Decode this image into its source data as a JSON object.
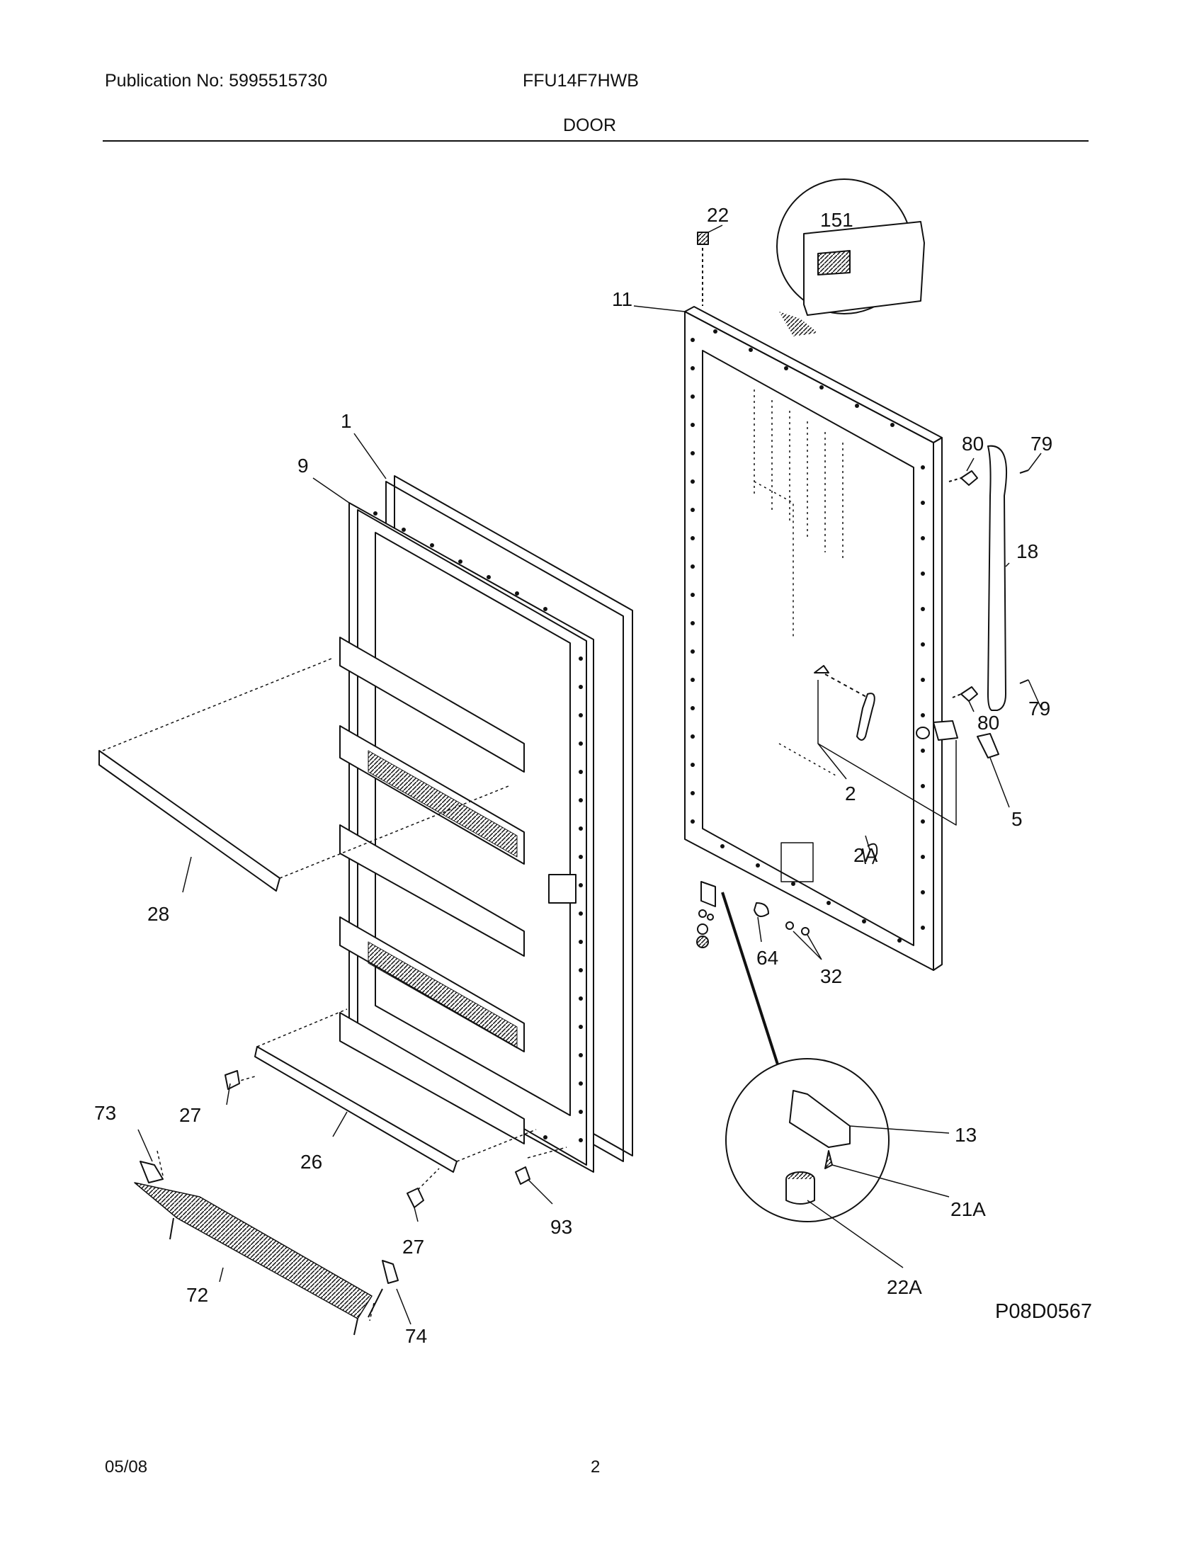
{
  "header": {
    "publication": "Publication No: 5995515730",
    "model": "FFU14F7HWB",
    "section": "DOOR"
  },
  "diagram": {
    "drawing_code": "P08D0567",
    "callouts": [
      "1",
      "9",
      "11",
      "22",
      "151",
      "80",
      "79",
      "18",
      "80",
      "79",
      "2",
      "5",
      "2A",
      "28",
      "64",
      "32",
      "27",
      "73",
      "26",
      "27",
      "93",
      "13",
      "21A",
      "22A",
      "72",
      "74"
    ]
  },
  "footer": {
    "date": "05/08",
    "page": "2"
  }
}
